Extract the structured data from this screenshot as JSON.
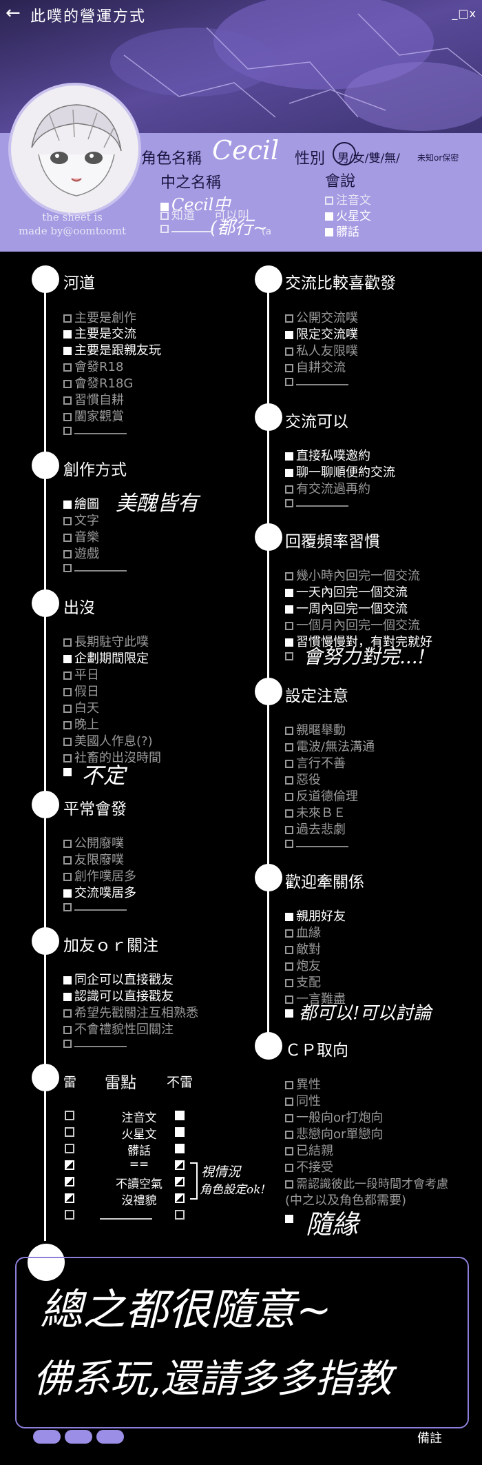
{
  "header": {
    "title": "此噗的營運方式",
    "window_controls": "_□x",
    "avatar_note": [
      "the sheet is",
      "made by@oomtoomt"
    ],
    "char_name_label": "角色名稱",
    "char_name_value": "Cecil",
    "gender_label": "性別",
    "gender_options": "男/女/雙/無/",
    "gender_small": "未知or保密",
    "player_name_label": "中之名稱",
    "player_name_value": "Cecil中",
    "player_known": "知道",
    "player_known_rest": "可以叫",
    "player_hand_note": "(都行~",
    "player_blank_note": "(a",
    "speak_label": "會說",
    "speak_options": [
      "注音文",
      "火星文",
      "髒話"
    ]
  },
  "sections": {
    "river": {
      "title": "河道",
      "items": [
        "主要是創作",
        "主要是交流",
        "主要是跟親友玩",
        "會發R18",
        "會發R18G",
        "習慣自耕",
        "闔家觀賞"
      ]
    },
    "create": {
      "title": "創作方式",
      "items": [
        "繪圖",
        "文字",
        "音樂",
        "遊戲"
      ],
      "hand": "美醜皆有"
    },
    "appear": {
      "title": "出沒",
      "items": [
        "長期駐守此噗",
        "企劃期間限定",
        "平日",
        "假日",
        "白天",
        "晚上",
        "美國人作息(?)",
        "社畜的出沒時間"
      ],
      "hand": "不定"
    },
    "usual": {
      "title": "平常會發",
      "items": [
        "公開廢噗",
        "友限廢噗",
        "創作噗居多",
        "交流噗居多"
      ]
    },
    "follow": {
      "title": "加友ｏｒ關注",
      "items": [
        "同企可以直接戳友",
        "認識可以直接戳友",
        "希望先戳關注互相熟悉",
        "不會禮貌性回關注"
      ]
    },
    "mine": {
      "title_left": "雷",
      "title_mid": "雷點",
      "title_right": "不雷",
      "rows": [
        "注音文",
        "火星文",
        "髒話",
        "==",
        "不讀空氣",
        "沒禮貌"
      ],
      "hand": "視情況",
      "hand2": "角色設定ok!"
    },
    "exchange_like": {
      "title": "交流比較喜歡發",
      "items": [
        "公開交流噗",
        "限定交流噗",
        "私人友限噗",
        "自耕交流"
      ]
    },
    "exchange_can": {
      "title": "交流可以",
      "items": [
        "直接私噗邀約",
        "聊一聊順便約交流",
        "有交流過再約"
      ]
    },
    "reply": {
      "title": "回覆頻率習慣",
      "items": [
        "幾小時內回完一個交流",
        "一天內回完一個交流",
        "一周內回完一個交流",
        "一個月內回完一個交流",
        "習慣慢慢對，有對完就好"
      ],
      "hand": "會努力對完...!"
    },
    "setting": {
      "title": "設定注意",
      "items": [
        "親暱舉動",
        "電波/無法溝通",
        "言行不善",
        "惡役",
        "反道德倫理",
        "未來ＢＥ",
        "過去悲劇"
      ]
    },
    "relation": {
      "title": "歡迎牽關係",
      "items": [
        "親朋好友",
        "血緣",
        "敵對",
        "炮友",
        "支配",
        "一言難盡"
      ],
      "hand": "都可以!可以討論"
    },
    "cp": {
      "title": "ＣＰ取向",
      "items": [
        "異性",
        "同性",
        "一般向or打炮向",
        "悲戀向or單戀向",
        "已結親",
        "不接受",
        "需認識彼此一段時間才會考慮",
        "(中之以及角色都需要)"
      ],
      "hand": "隨緣"
    }
  },
  "note": {
    "line1": "總之都很隨意~",
    "line2": "佛系玩,還請多多指教",
    "footer_label": "備註"
  }
}
